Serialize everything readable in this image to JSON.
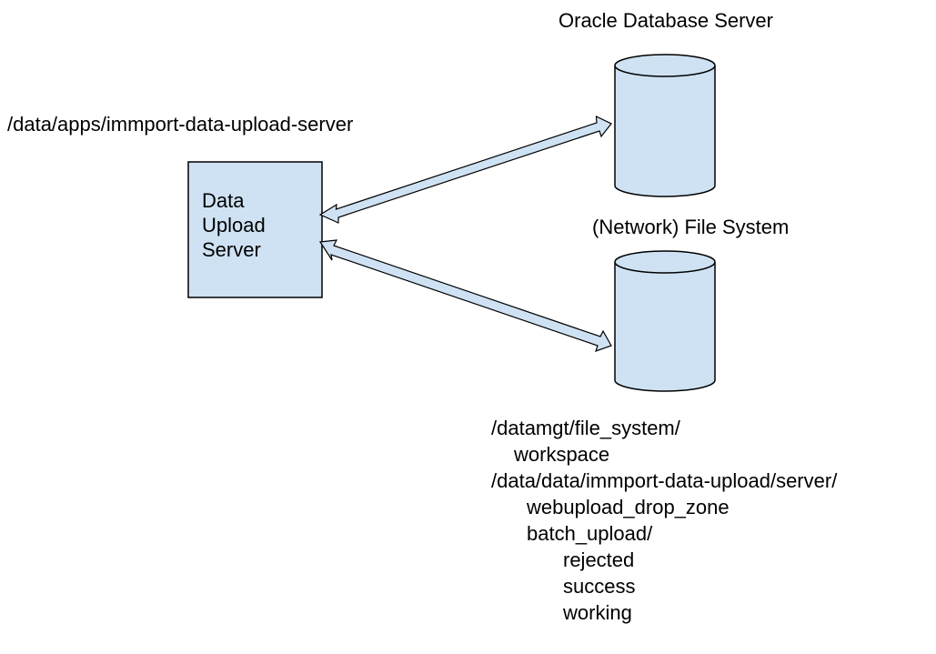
{
  "server": {
    "path": "/data/apps/immport-data-upload-server",
    "label_lines": [
      "Data",
      "Upload",
      "Server"
    ]
  },
  "database": {
    "title": "Oracle Database Server"
  },
  "filesystem": {
    "title": "(Network) File System",
    "paths": [
      {
        "text": "/datamgt/file_system/",
        "indent": 0
      },
      {
        "text": "workspace",
        "indent": 1
      },
      {
        "text": "/data/data/immport-data-upload/server/",
        "indent": 0
      },
      {
        "text": "webupload_drop_zone",
        "indent": 1
      },
      {
        "text": "batch_upload/",
        "indent": 1
      },
      {
        "text": "rejected",
        "indent": 2
      },
      {
        "text": "success",
        "indent": 2
      },
      {
        "text": "working",
        "indent": 2
      }
    ]
  },
  "colors": {
    "fill": "#cfe2f3",
    "stroke": "#000000"
  }
}
